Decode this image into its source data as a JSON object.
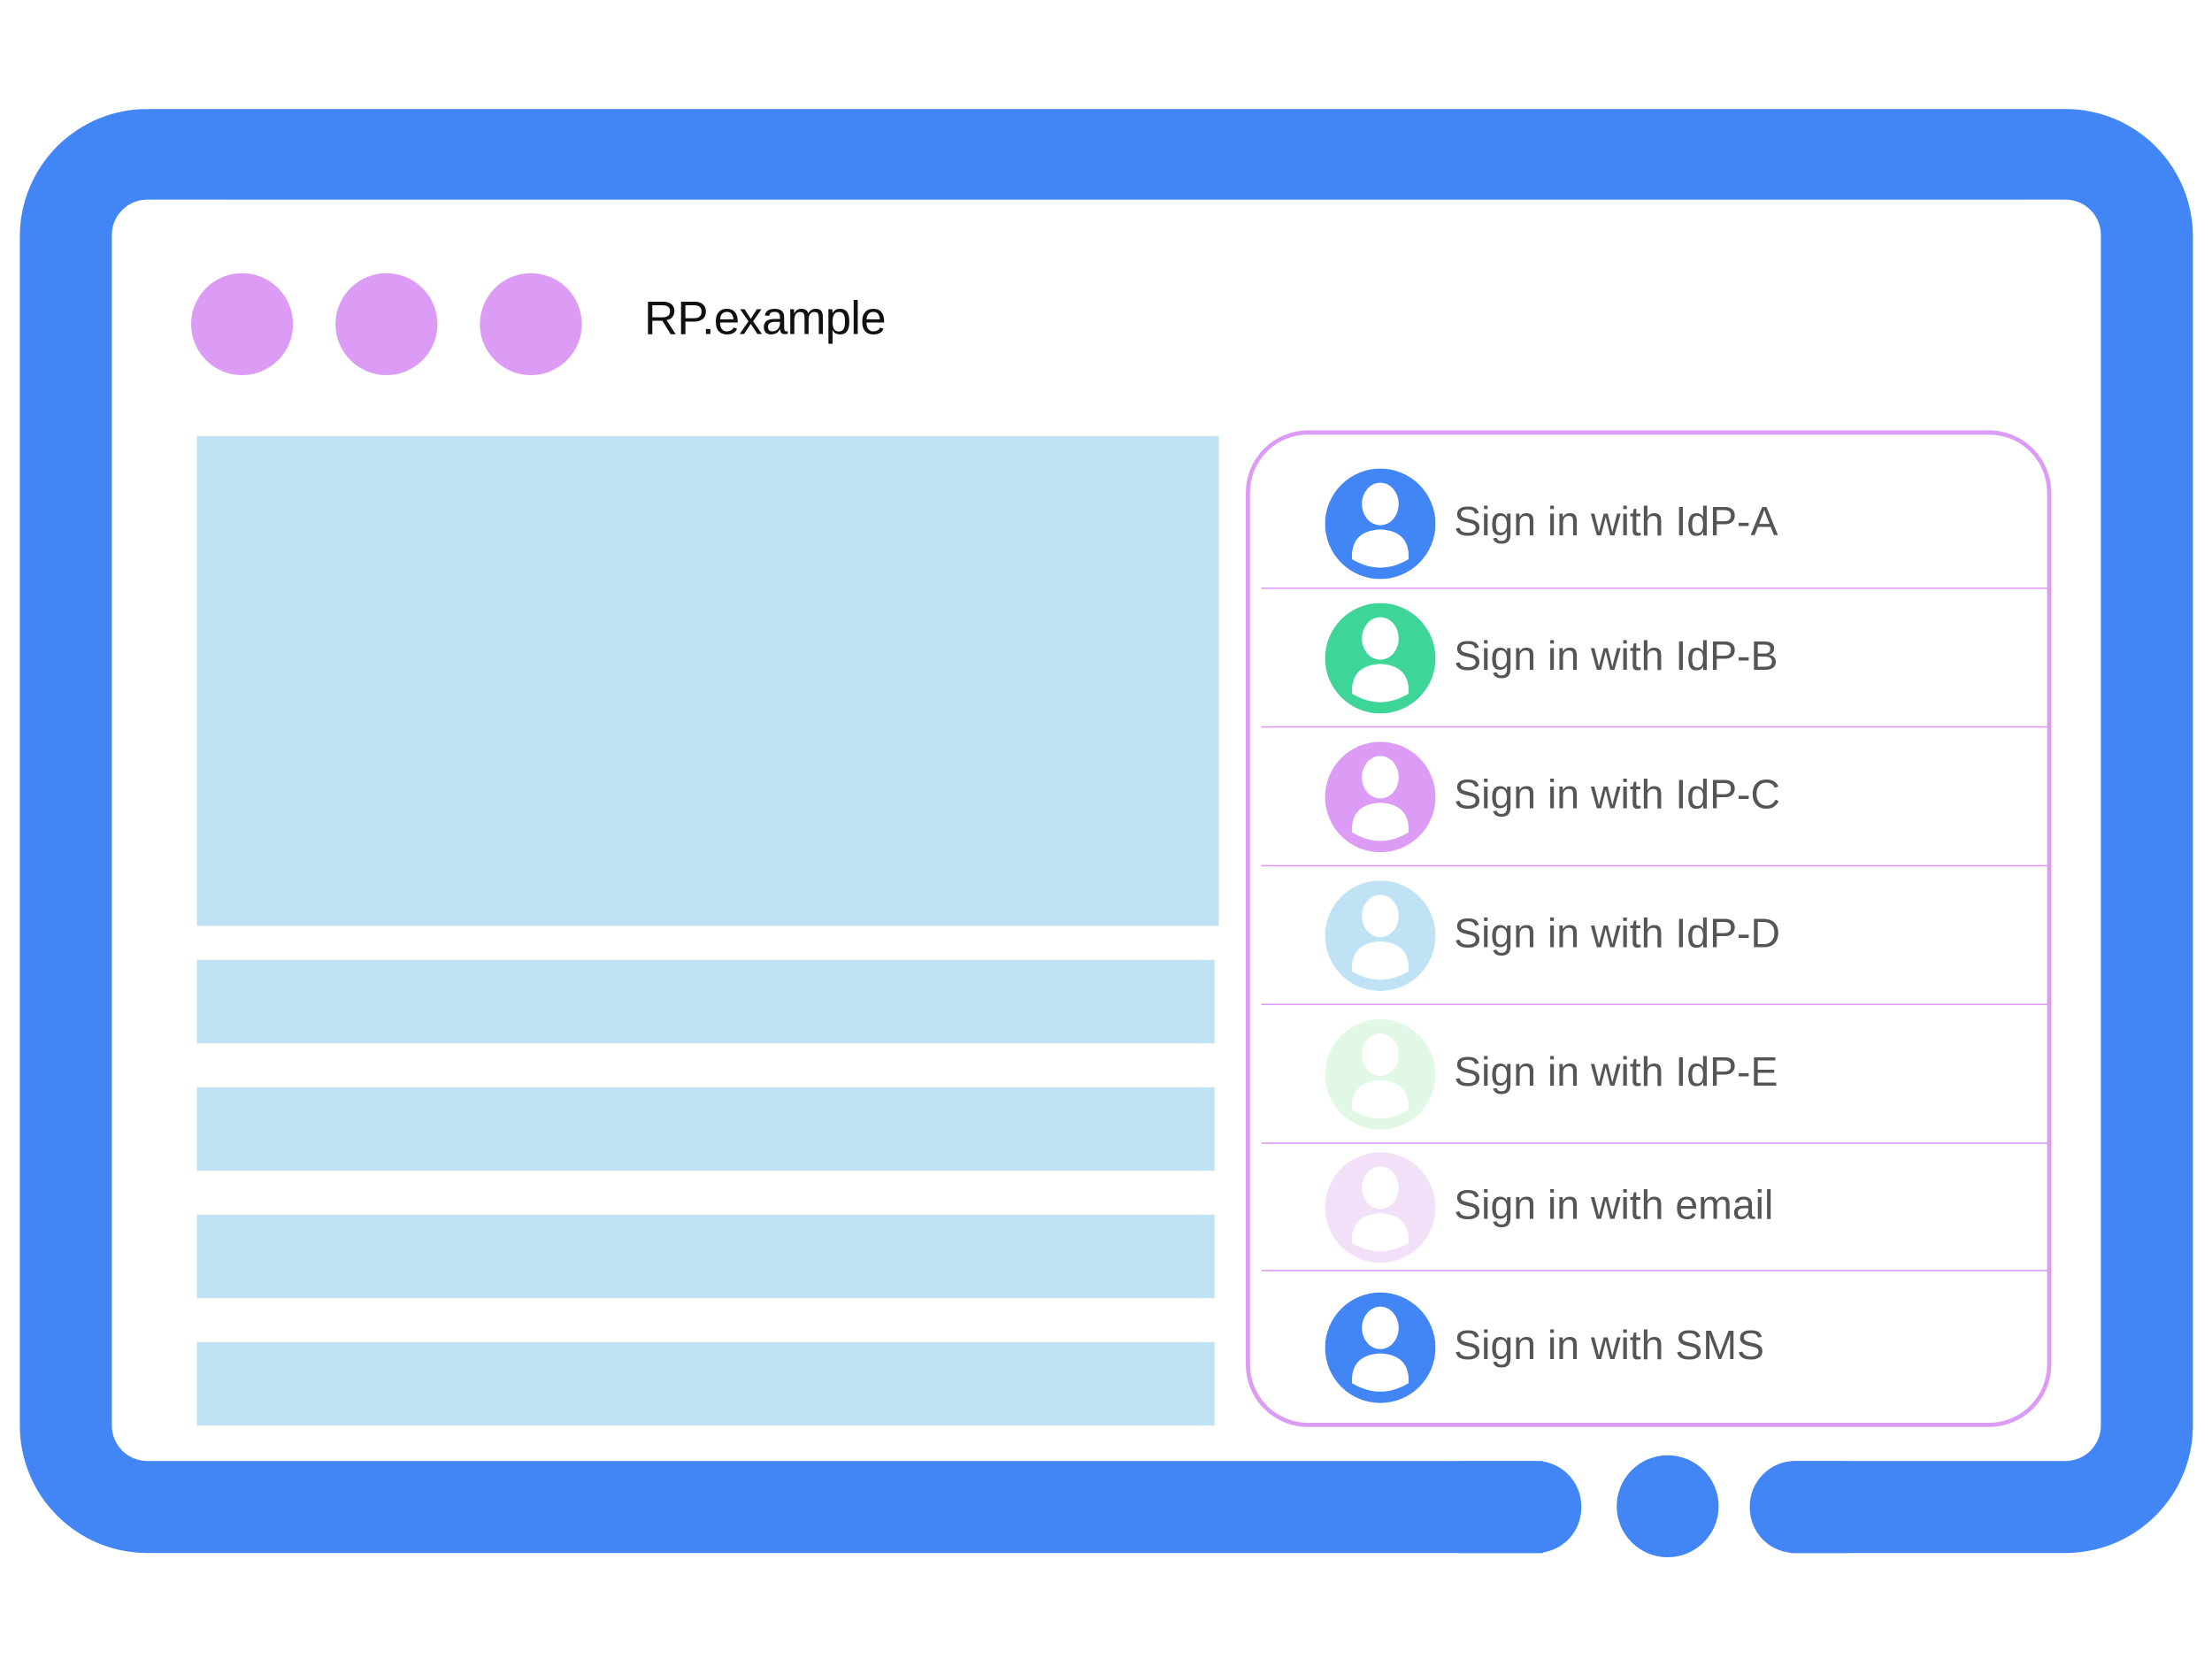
{
  "window": {
    "title": "RP.example",
    "frame_color": "#4285F4",
    "dot_color": "#DC9CF5",
    "content_block_color": "#C0E2F5"
  },
  "account_chooser": {
    "border_color": "#DC9CF5",
    "options": [
      {
        "label": "Sign in with IdP-A",
        "icon": "person-avatar-icon",
        "color": "#4285F4"
      },
      {
        "label": "Sign in with IdP-B",
        "icon": "person-avatar-icon",
        "color": "#3DD598"
      },
      {
        "label": "Sign in with IdP-C",
        "icon": "person-avatar-icon",
        "color": "#DC9CF5"
      },
      {
        "label": "Sign in with IdP-D",
        "icon": "person-avatar-icon",
        "color": "#C0E2F5"
      },
      {
        "label": "Sign in with IdP-E",
        "icon": "person-avatar-icon",
        "color": "#E2F8E6"
      },
      {
        "label": "Sign in with email",
        "icon": "person-avatar-icon",
        "color": "#F1E0F8"
      },
      {
        "label": "Sign in with SMS",
        "icon": "person-avatar-icon",
        "color": "#4285F4"
      }
    ]
  }
}
